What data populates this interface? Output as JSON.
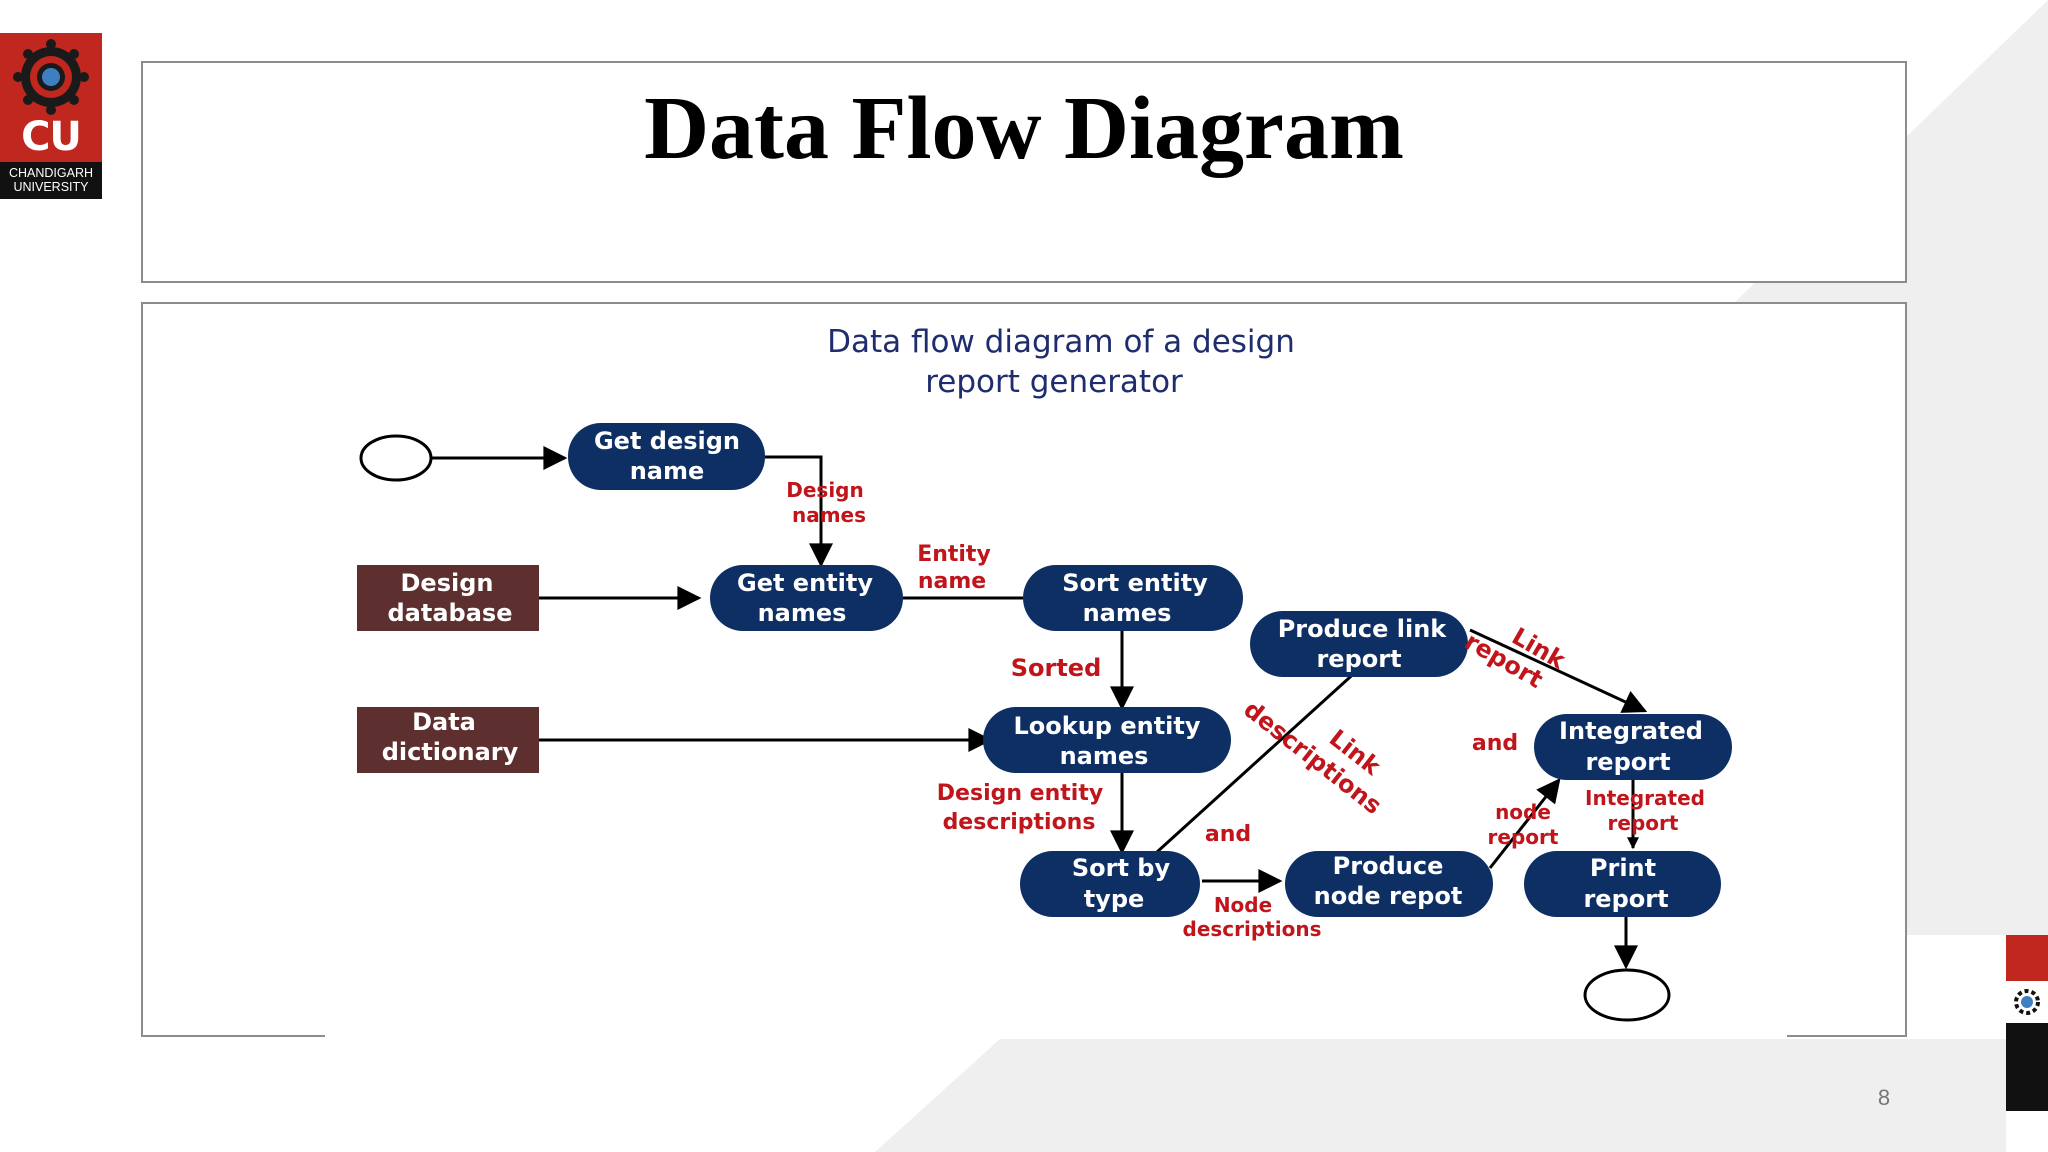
{
  "slide": {
    "title": "Data Flow Diagram",
    "page_number": "8"
  },
  "logo": {
    "initials": "CU",
    "name_line1": "CHANDIGARH",
    "name_line2": "UNIVERSITY"
  },
  "diagram": {
    "title_line1": "Data flow diagram of a design",
    "title_line2": "report generator",
    "processes": {
      "get_design_name": [
        "Get design",
        "name"
      ],
      "get_entity_names": [
        "Get entity",
        "names"
      ],
      "sort_entity_names": [
        "Sort entity",
        "names"
      ],
      "lookup_entity_names": [
        "Lookup entity",
        "names"
      ],
      "sort_by_type": [
        "Sort by",
        "type"
      ],
      "produce_node_report": [
        "Produce",
        "node repot"
      ],
      "produce_link_report": [
        "Produce link",
        "report"
      ],
      "integrated_report": [
        "Integrated",
        "report"
      ],
      "print_report": [
        "Print",
        "report"
      ]
    },
    "data_stores": {
      "design_database": [
        "Design",
        "database"
      ],
      "data_dictionary": [
        "Data",
        "dictionary"
      ]
    },
    "flow_labels": {
      "design_names": [
        "Design",
        "names"
      ],
      "entity_name": [
        "Entity",
        "name"
      ],
      "sorted": "Sorted",
      "design_entity_descriptions": [
        "Design entity",
        "descriptions"
      ],
      "and_1": "and",
      "link_descriptions": [
        "Link",
        "descriptions"
      ],
      "node_descriptions": [
        "Node",
        "descriptions"
      ],
      "link_report": [
        "Link",
        "report"
      ],
      "and_2": "and",
      "node_report": [
        "node",
        "report"
      ],
      "integrated_report": [
        "Integrated",
        "report"
      ]
    },
    "colors": {
      "process_fill": "#0d2f64",
      "store_fill": "#5e2f2f",
      "label_red": "#c0151b",
      "title_blue": "#1f2d6e"
    }
  }
}
